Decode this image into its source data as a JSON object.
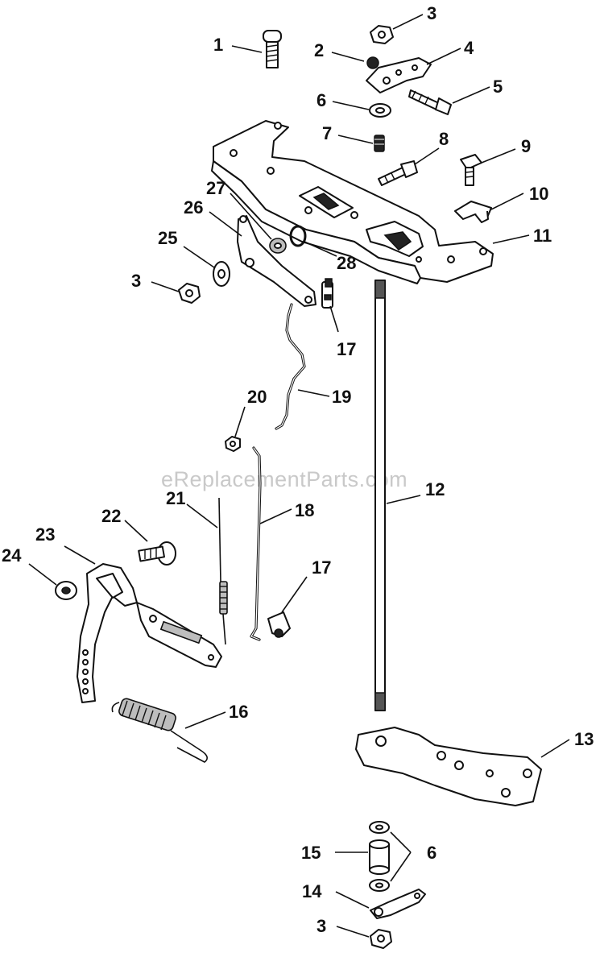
{
  "watermark": "eReplacementParts.com",
  "callouts": {
    "c1": "1",
    "c2": "2",
    "c3_top": "3",
    "c4": "4",
    "c5": "5",
    "c6_top": "6",
    "c7": "7",
    "c8": "8",
    "c9": "9",
    "c10": "10",
    "c11": "11",
    "c12": "12",
    "c13": "13",
    "c14": "14",
    "c15": "15",
    "c16": "16",
    "c17_upper": "17",
    "c17_lower": "17",
    "c18": "18",
    "c19": "19",
    "c20": "20",
    "c21": "21",
    "c22": "22",
    "c23": "23",
    "c24": "24",
    "c25": "25",
    "c26": "26",
    "c27": "27",
    "c28": "28",
    "c3_left": "3",
    "c6_bottom": "6",
    "c3_bottom": "3"
  }
}
